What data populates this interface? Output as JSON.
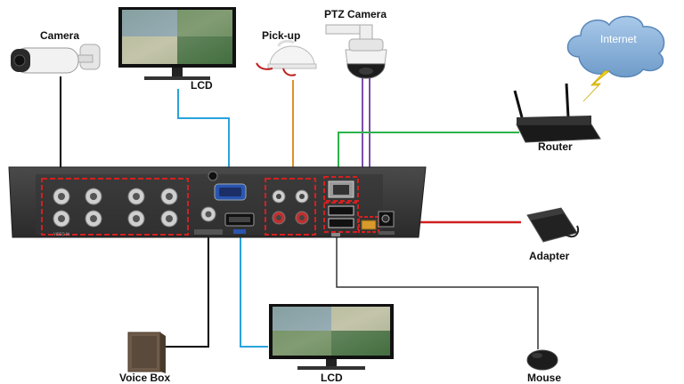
{
  "labels": {
    "camera": "Camera",
    "lcd_top": "LCD",
    "pickup": "Pick-up",
    "ptz_camera": "PTZ Camera",
    "internet": "Internet",
    "router": "Router",
    "adapter": "Adapter",
    "voice_box": "Voice Box",
    "lcd_bottom": "LCD",
    "mouse": "Mouse"
  },
  "connections": [
    {
      "from": "Camera",
      "to": "DVR video inputs",
      "color": "#000000"
    },
    {
      "from": "LCD",
      "to": "DVR VGA port",
      "color": "#29a3dc"
    },
    {
      "from": "Pick-up",
      "to": "DVR audio inputs",
      "color": "#e0902a"
    },
    {
      "from": "PTZ Camera",
      "to": "DVR RS485",
      "color": "#7a4ea8"
    },
    {
      "from": "Router",
      "to": "DVR LAN port",
      "color": "#2bb34a"
    },
    {
      "from": "Adapter",
      "to": "DVR DC power",
      "color": "#d02020"
    },
    {
      "from": "Voice Box",
      "to": "DVR audio out",
      "color": "#000000"
    },
    {
      "from": "LCD",
      "to": "DVR HDMI port",
      "color": "#29a3dc"
    },
    {
      "from": "Mouse",
      "to": "DVR USB port",
      "color": "#333333"
    }
  ],
  "colors": {
    "dvr_body": "#3a3a3a",
    "highlight_box": "#d42020",
    "cloud": "#8fb7dd",
    "lightning": "#f2d21c"
  }
}
